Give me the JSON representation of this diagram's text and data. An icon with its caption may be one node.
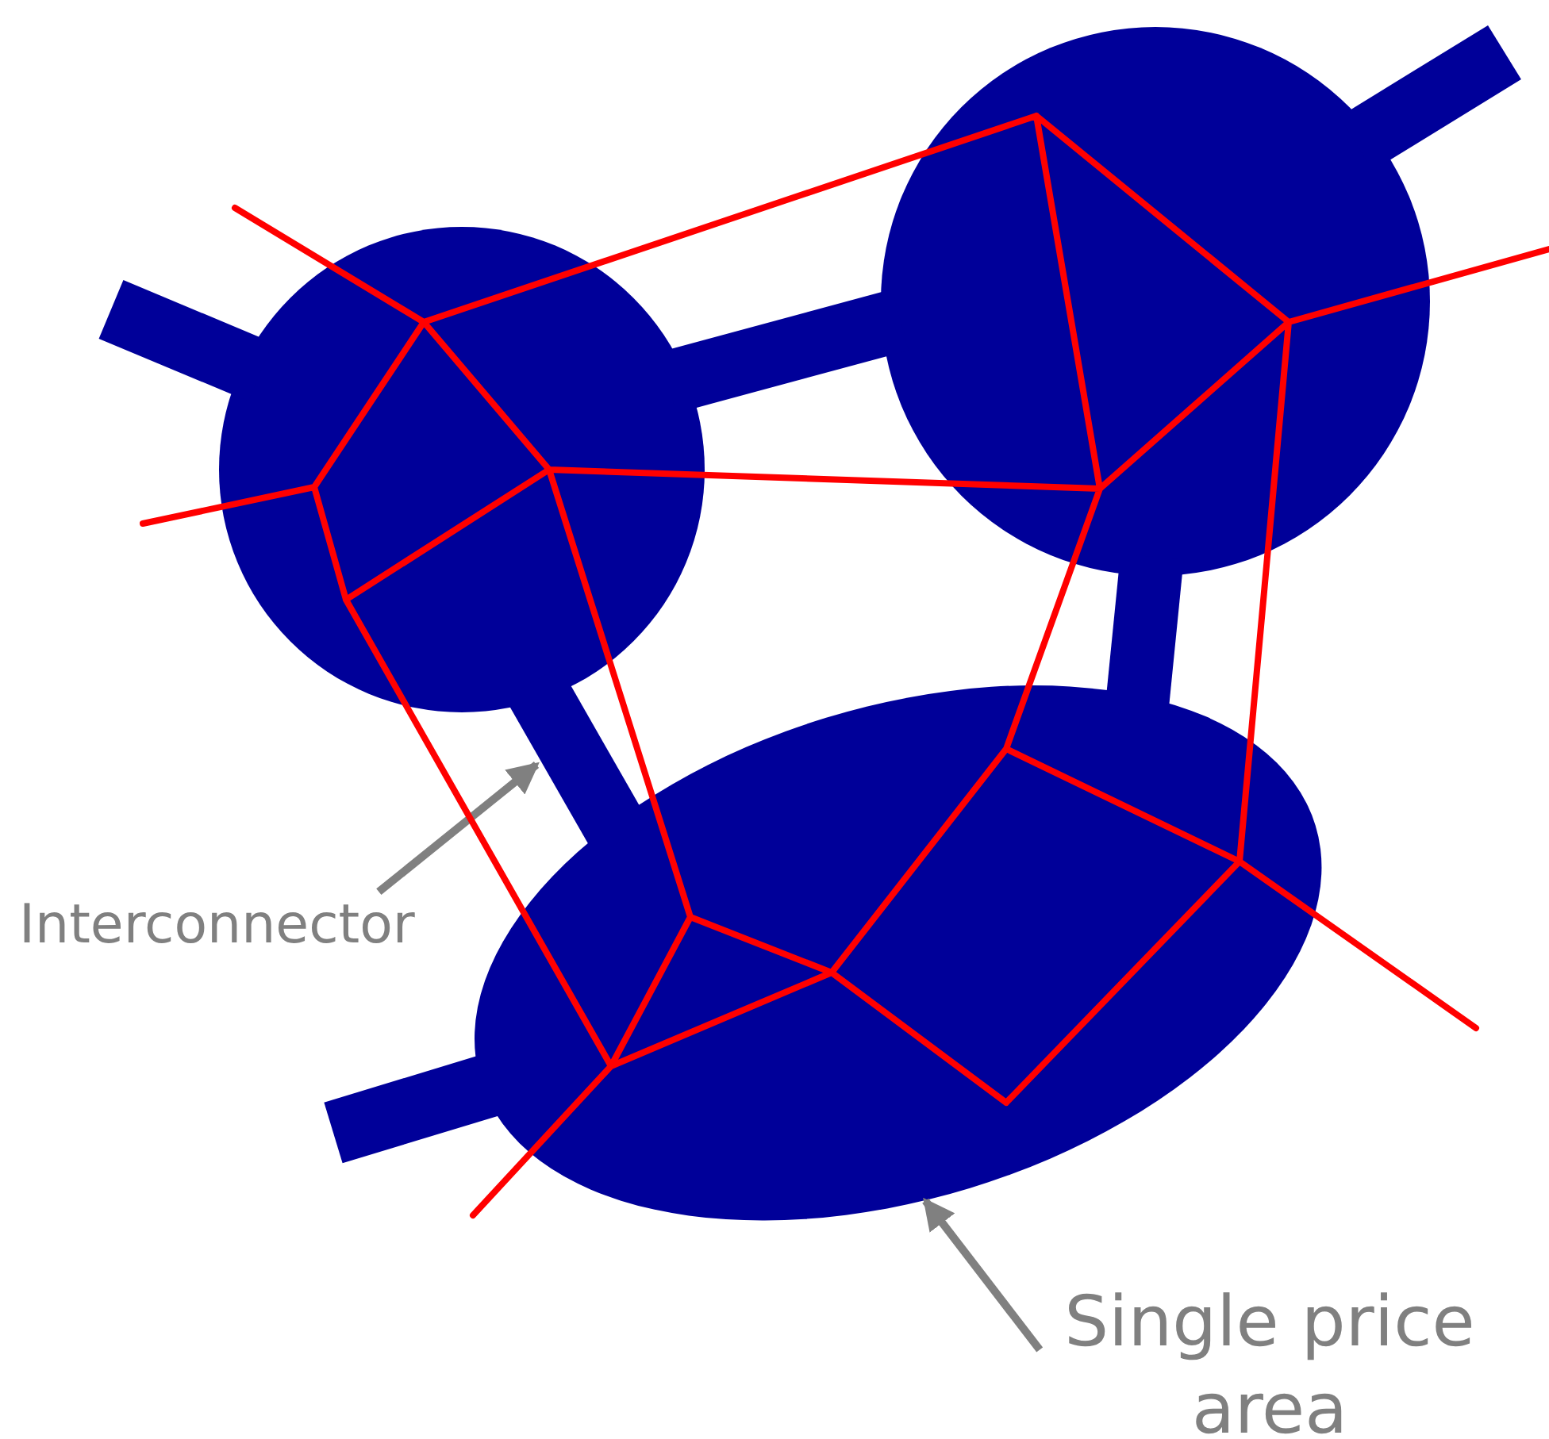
{
  "diagram": {
    "nodes": [
      {
        "text": [],
        "shape": "circle"
      },
      {
        "text": [],
        "shape": "circle"
      },
      {
        "text": [],
        "shape": "ellipse"
      },
      {
        "text": [
          "Interconnector"
        ]
      },
      {
        "text": [
          "Single price area"
        ]
      }
    ],
    "edges": [
      {
        "from": 0,
        "to": 1,
        "arrow": "none"
      },
      {
        "from": 1,
        "to": 2,
        "arrow": "none"
      },
      {
        "from": 0,
        "to": 2,
        "arrow": "none"
      },
      {
        "from": null,
        "to": 0,
        "arrow": "none"
      },
      {
        "from": null,
        "to": 1,
        "arrow": "none"
      },
      {
        "from": null,
        "to": 2,
        "arrow": "none"
      },
      {
        "from": 3,
        "to": null,
        "arrow": "to",
        "color": "#808080"
      },
      {
        "from": 4,
        "to": 2,
        "arrow": "to",
        "color": "#808080"
      }
    ]
  }
}
